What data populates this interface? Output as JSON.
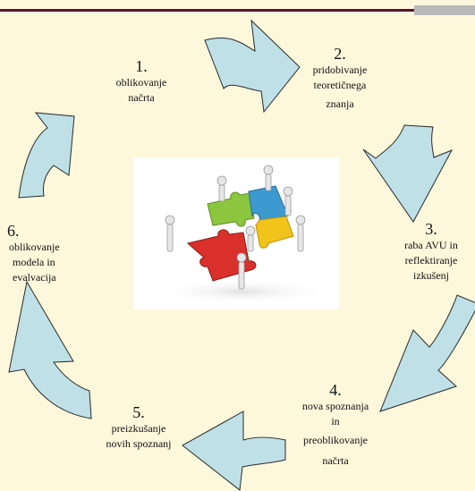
{
  "colors": {
    "background": "#fdf8dc",
    "arrow_fill": "#bfe0e6",
    "arrow_stroke": "#2a2a2a",
    "header_rule": "#5a1432",
    "header_tab": "#b9b9b9",
    "puzzle_red": "#d9302b",
    "puzzle_green": "#8cc63f",
    "puzzle_blue": "#3d9ad1",
    "puzzle_yellow": "#f2c31a",
    "figure_white": "#e6e6e6"
  },
  "steps": [
    {
      "num": "1.",
      "lines": [
        "oblikovanje",
        "načrta"
      ]
    },
    {
      "num": "2.",
      "lines": [
        "pridobivanje",
        "teoretičnega",
        "znanja"
      ]
    },
    {
      "num": "3.",
      "lines": [
        "raba AVU in",
        "reflektiranje",
        "izkušenj"
      ]
    },
    {
      "num": "4.",
      "lines": [
        "nova spoznanja",
        "in",
        "preoblikovanje",
        "načrta"
      ]
    },
    {
      "num": "5.",
      "lines": [
        "preizkušanje",
        "novih spoznanj"
      ]
    },
    {
      "num": "6.",
      "lines": [
        "oblikovanje",
        "modela in",
        "evalvacija"
      ]
    }
  ],
  "center_image": {
    "icon": "puzzle-teamwork-icon"
  }
}
